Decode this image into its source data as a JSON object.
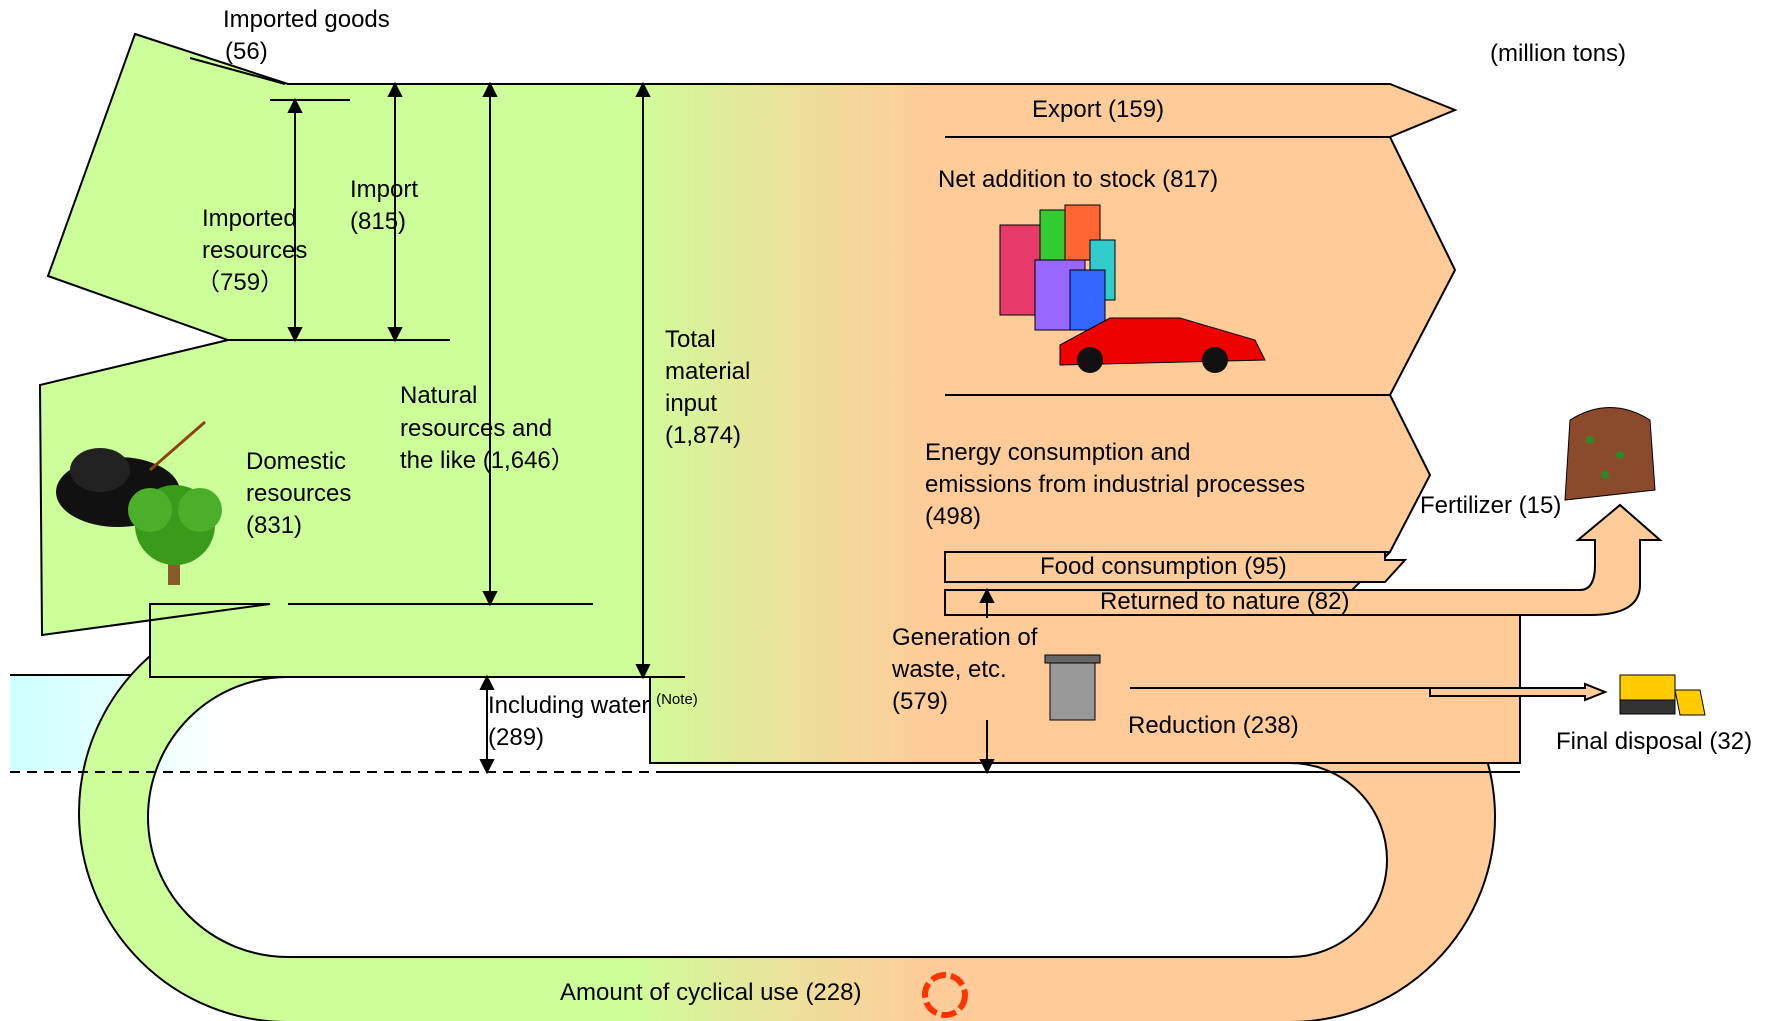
{
  "unit": "(million tons)",
  "inputs": {
    "imported_goods": {
      "label": "Imported goods",
      "value": "(56)"
    },
    "imported_resources": {
      "line1": "Imported",
      "line2": "resources",
      "value": "（759）"
    },
    "import": {
      "label": "Import",
      "value": "(815)"
    },
    "domestic_resources": {
      "line1": "Domestic",
      "line2": "resources",
      "value": "(831)"
    },
    "natural_resources": {
      "line1": "Natural",
      "line2": "resources and",
      "line3": "the like (1,646）"
    },
    "total_material_input": {
      "line1": "Total",
      "line2": "material",
      "line3": "input",
      "value": "(1,874)"
    },
    "including_water": {
      "label": "Including water",
      "note": "(Note)",
      "value": "(289)"
    }
  },
  "outputs": {
    "export": "Export (159)",
    "net_addition": "Net addition to stock (817)",
    "energy": {
      "line1": "Energy consumption and",
      "line2": "emissions from industrial processes",
      "value": "(498)"
    },
    "food": "Food consumption (95)",
    "returned": "Returned to nature (82)",
    "fertilizer": "Fertilizer (15)",
    "waste": {
      "line1": "Generation of",
      "line2": "waste, etc.",
      "value": "(579)"
    },
    "reduction": "Reduction (238)",
    "final_disposal": "Final disposal (32)",
    "cyclical_use": "Amount of cyclical use (228)"
  },
  "colors": {
    "input_green": "#ccff99",
    "output_peach": "#ffcc99",
    "water_blue": "#ccffff",
    "outline": "#000000"
  },
  "icons": [
    "resource-pile-icon",
    "tree-icon",
    "buildings-icon",
    "car-icon",
    "trash-can-icon",
    "compost-icon",
    "bulldozer-icon",
    "recycle-icon"
  ]
}
